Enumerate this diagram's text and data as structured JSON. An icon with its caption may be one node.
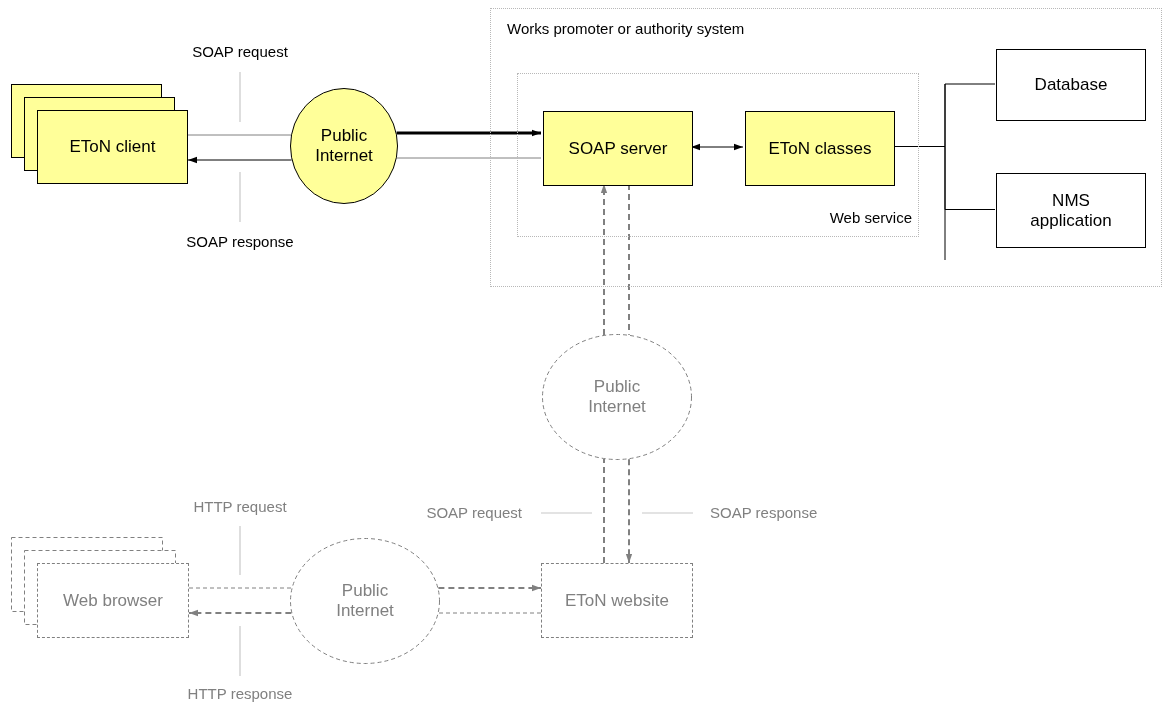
{
  "diagram": {
    "nodes": [
      {
        "text": [
          "Works promoter or authority system"
        ]
      },
      {
        "text": [
          "Web service"
        ],
        "in": 0
      },
      {
        "text": [
          "SOAP server"
        ],
        "in": 1
      },
      {
        "text": [
          "EToN classes"
        ],
        "in": 1
      },
      {
        "text": [
          "Database"
        ],
        "in": 0
      },
      {
        "text": [
          "NMS application"
        ],
        "in": 0
      },
      {
        "text": [
          "EToN client"
        ]
      },
      {
        "text": [
          "Public Internet"
        ]
      },
      {
        "text": [
          "Public Internet"
        ]
      },
      {
        "text": [
          "Web browser"
        ]
      },
      {
        "text": [
          "Public Internet"
        ]
      },
      {
        "text": [
          "EToN website"
        ]
      }
    ],
    "edges": [
      {
        "from": 6,
        "to": 7,
        "arrow": "none"
      },
      {
        "from": 7,
        "to": 6,
        "arrow": "to",
        "color": "#000000"
      },
      {
        "from": 7,
        "to": 2,
        "arrow": "to",
        "style": "thick",
        "color": "#000000"
      },
      {
        "from": 2,
        "to": 7,
        "arrow": "none"
      },
      {
        "from": 2,
        "to": 3,
        "arrow": "both",
        "color": "#000000"
      },
      {
        "from": 3,
        "to": 4,
        "arrow": "none",
        "color": "#000000"
      },
      {
        "from": 3,
        "to": 5,
        "arrow": "none",
        "color": "#000000"
      },
      {
        "from": 8,
        "to": 2,
        "arrow": "to",
        "style": "dashed"
      },
      {
        "from": 2,
        "to": 8,
        "arrow": "none",
        "style": "dashed"
      },
      {
        "from": 11,
        "to": 8,
        "arrow": "none",
        "style": "dashed"
      },
      {
        "from": 8,
        "to": 11,
        "arrow": "to",
        "style": "dashed"
      },
      {
        "from": 9,
        "to": 10,
        "arrow": "none",
        "style": "dashed"
      },
      {
        "from": 10,
        "to": 9,
        "arrow": "to",
        "style": "dashed"
      },
      {
        "from": 10,
        "to": 11,
        "arrow": "to",
        "style": "dashed"
      },
      {
        "from": 11,
        "to": 10,
        "arrow": "none",
        "style": "dashed"
      }
    ],
    "labels": [
      "SOAP request",
      "SOAP response",
      "HTTP request",
      "SOAP request",
      "SOAP response",
      "HTTP response"
    ]
  }
}
